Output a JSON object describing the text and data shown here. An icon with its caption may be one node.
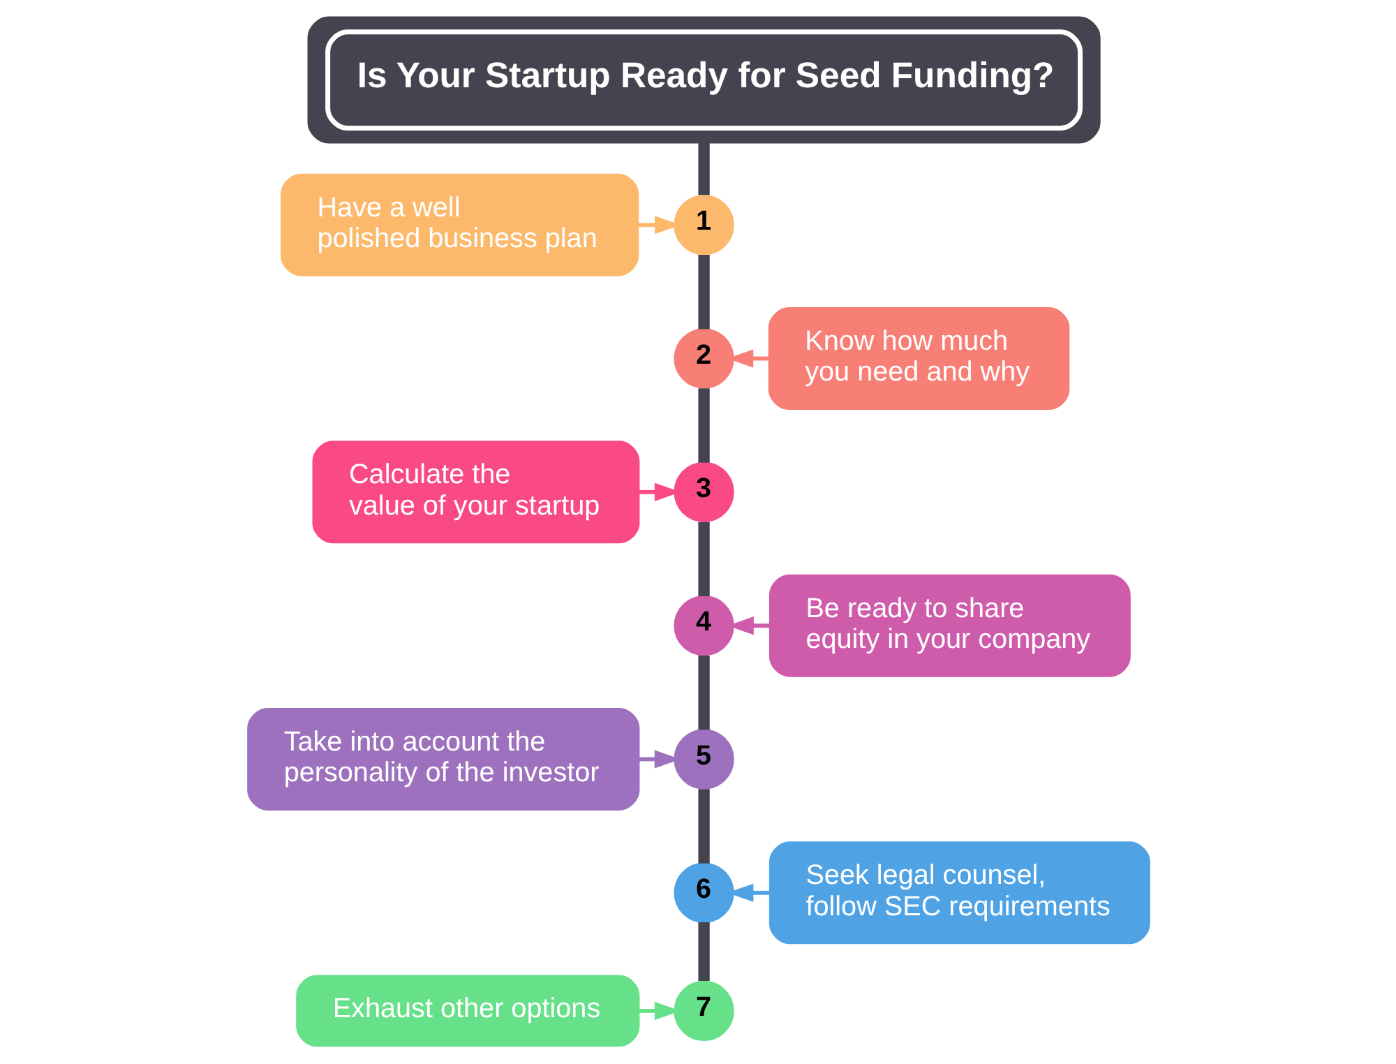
{
  "diagram": {
    "nodes": [
      {
        "text": [
          "Is Your Startup Ready for Seed Funding?"
        ]
      },
      {
        "text": [
          "Have a well polished business plan"
        ]
      },
      {
        "text": [
          "1"
        ]
      },
      {
        "text": [
          "2"
        ]
      },
      {
        "text": [
          "Know how much you need and why"
        ]
      },
      {
        "text": [
          "Calculate the value of your startup"
        ]
      },
      {
        "text": [
          "3"
        ]
      },
      {
        "text": [
          "4"
        ]
      },
      {
        "text": [
          "Be ready to share equity in your company"
        ]
      },
      {
        "text": [
          "Take into account the personality of the investor"
        ]
      },
      {
        "text": [
          "5"
        ]
      },
      {
        "text": [
          "6"
        ]
      },
      {
        "text": [
          "Seek legal counsel, follow SEC requirements"
        ]
      },
      {
        "text": [
          "Exhaust other options"
        ]
      },
      {
        "text": [
          "7"
        ]
      }
    ],
    "edges": [
      {
        "from": 0,
        "to": 2,
        "arrow": "none",
        "style": "thick",
        "color": "#45434f"
      },
      {
        "from": 2,
        "to": 3,
        "arrow": "none",
        "style": "thick",
        "color": "#45434f"
      },
      {
        "from": 3,
        "to": 6,
        "arrow": "none",
        "style": "thick",
        "color": "#45434f"
      },
      {
        "from": 6,
        "to": 7,
        "arrow": "none",
        "style": "thick",
        "color": "#45434f"
      },
      {
        "from": 7,
        "to": 10,
        "arrow": "none",
        "style": "thick",
        "color": "#45434f"
      },
      {
        "from": 10,
        "to": 11,
        "arrow": "none",
        "style": "thick",
        "color": "#45434f"
      },
      {
        "from": 11,
        "to": 14,
        "arrow": "none",
        "style": "thick",
        "color": "#45434f"
      },
      {
        "from": 1,
        "to": 2,
        "arrow": "to",
        "color": "#fdb96b"
      },
      {
        "from": 4,
        "to": 3,
        "arrow": "to",
        "color": "#f77f76"
      },
      {
        "from": 5,
        "to": 6,
        "arrow": "to",
        "color": "#fa4a83"
      },
      {
        "from": 8,
        "to": 7,
        "arrow": "to",
        "color": "#cf5bab"
      },
      {
        "from": 9,
        "to": 10,
        "arrow": "to",
        "color": "#9d71bd"
      },
      {
        "from": 12,
        "to": 11,
        "arrow": "to",
        "color": "#4fa3e5"
      },
      {
        "from": 13,
        "to": 14,
        "arrow": "to",
        "color": "#67e08a"
      }
    ]
  }
}
